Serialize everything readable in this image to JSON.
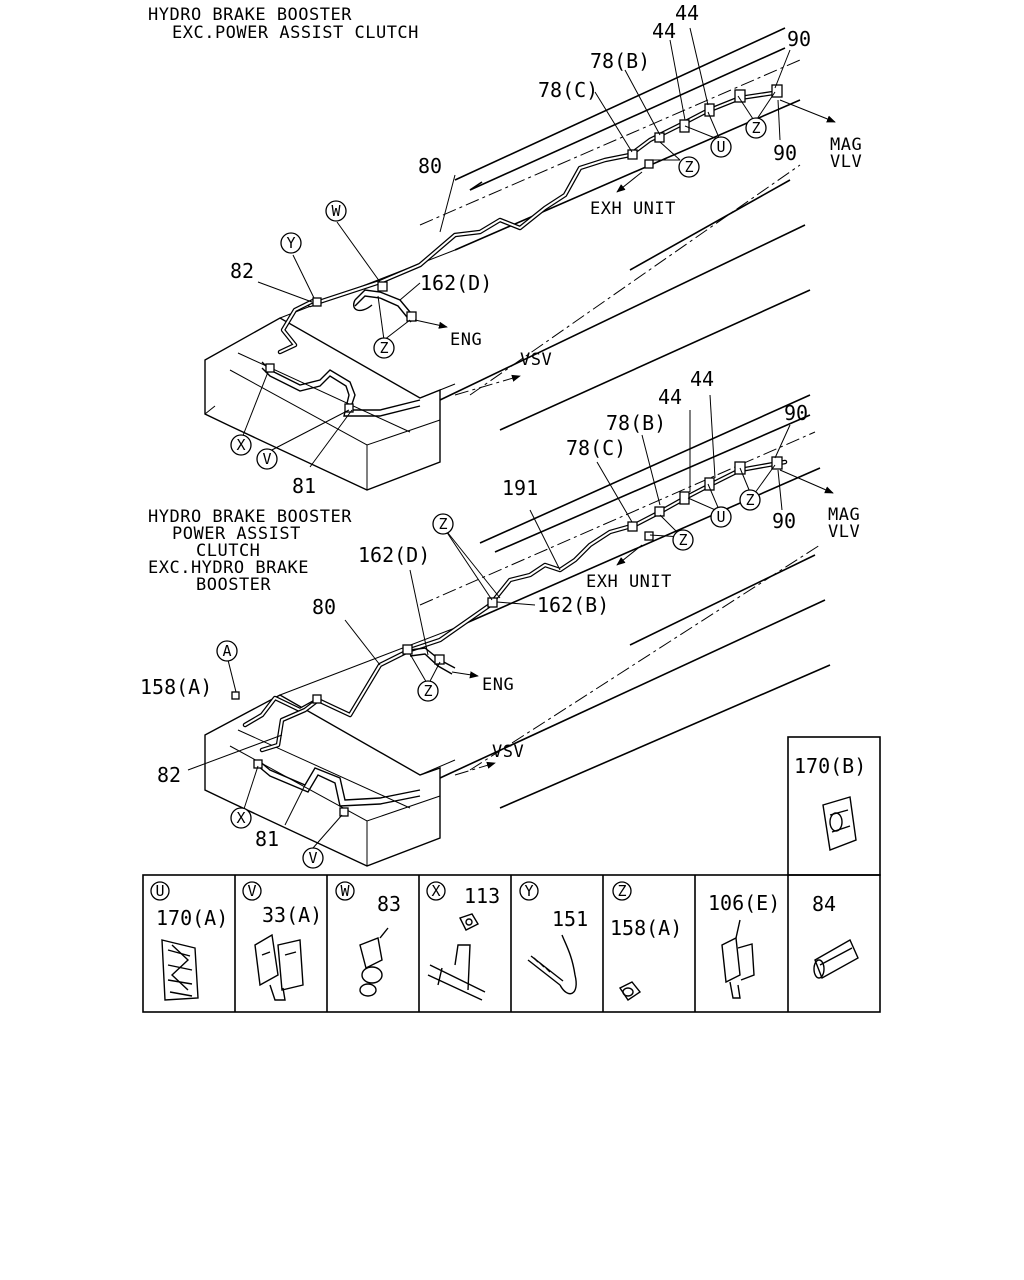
{
  "upper": {
    "title_line1": "HYDRO BRAKE BOOSTER",
    "title_line2": "EXC.POWER ASSIST CLUTCH",
    "labels": {
      "p44a": "44",
      "p44b": "44",
      "p90a": "90",
      "p90b": "90",
      "p78b": "78(B)",
      "p78c": "78(C)",
      "p80": "80",
      "p82": "82",
      "p81": "81",
      "p162d": "162(D)",
      "mag1": "MAG",
      "mag2": "VLV",
      "exh": "EXH UNIT",
      "eng": "ENG",
      "vsv": "VSV"
    },
    "callouts": {
      "w": "W",
      "y": "Y",
      "x": "X",
      "v": "V",
      "u": "U",
      "z1": "Z",
      "z2": "Z",
      "z3": "Z"
    }
  },
  "lower": {
    "title_line1": "HYDRO BRAKE BOOSTER",
    "title_line2": "POWER ASSIST",
    "title_line3": "CLUTCH",
    "title_line4": "EXC.HYDRO BRAKE",
    "title_line5": "BOOSTER",
    "labels": {
      "p44a": "44",
      "p44b": "44",
      "p90a": "90",
      "p90b": "90",
      "p78b": "78(B)",
      "p78c": "78(C)",
      "p191": "191",
      "p162d": "162(D)",
      "p162b": "162(B)",
      "p80": "80",
      "p158a": "158(A)",
      "p82": "82",
      "p81": "81",
      "mag1": "MAG",
      "mag2": "VLV",
      "exh": "EXH UNIT",
      "eng": "ENG",
      "vsv": "VSV"
    },
    "callouts": {
      "a": "A",
      "x": "X",
      "v": "V",
      "u": "U",
      "z1": "Z",
      "z2": "Z",
      "z3": "Z"
    }
  },
  "legend": {
    "boxes": [
      {
        "letter": "U",
        "part": "170(A)"
      },
      {
        "letter": "V",
        "part": "33(A)"
      },
      {
        "letter": "W",
        "part": "83"
      },
      {
        "letter": "X",
        "part": "113"
      },
      {
        "letter": "Y",
        "part": "151"
      },
      {
        "letter": "Z",
        "part": "158(A)"
      },
      {
        "letter": "",
        "part": "106(E)"
      },
      {
        "letter": "",
        "part": "84"
      }
    ],
    "extra_box": {
      "part": "170(B)"
    }
  }
}
